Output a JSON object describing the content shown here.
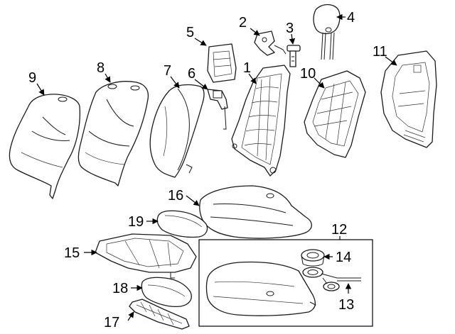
{
  "callouts": {
    "c1": "1",
    "c2": "2",
    "c3": "3",
    "c4": "4",
    "c5": "5",
    "c6": "6",
    "c7": "7",
    "c8": "8",
    "c9": "9",
    "c10": "10",
    "c11": "11",
    "c12": "12",
    "c13": "13",
    "c14": "14",
    "c15": "15",
    "c16": "16",
    "c17": "17",
    "c18": "18",
    "c19": "19"
  },
  "colors": {
    "line": "#1a1a1a",
    "background": "#ffffff"
  }
}
